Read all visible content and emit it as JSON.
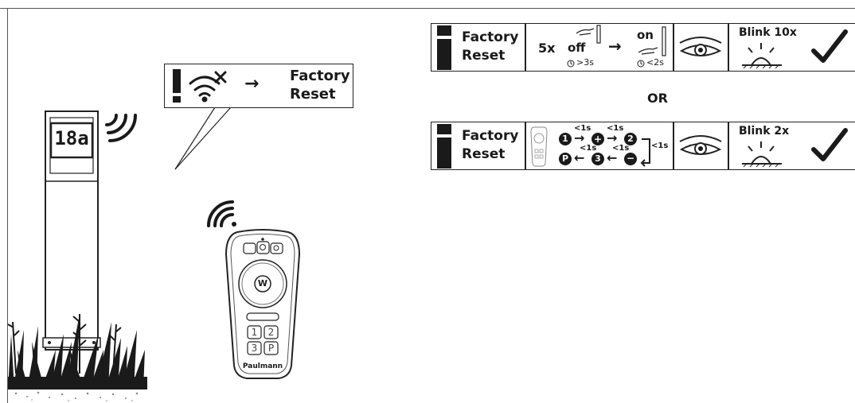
{
  "house_number": "18a",
  "warning_callout": {
    "arrow": "→",
    "label_line1": "Factory",
    "label_line2": "Reset",
    "icons": [
      "exclamation-icon",
      "wifi-crossed-icon",
      "arrow-right-icon"
    ]
  },
  "remote": {
    "brand": "Paulmann",
    "center_button": "W",
    "keys": [
      "1",
      "2",
      "3",
      "P"
    ]
  },
  "step1": {
    "label_line1": "Factory",
    "label_line2": "Reset",
    "repeat": "5x",
    "off_label": "off",
    "off_time": ">3s",
    "on_label": "on",
    "on_time": "<2s",
    "result": "Blink 10x"
  },
  "or_label": "OR",
  "step2": {
    "label_line1": "Factory",
    "label_line2": "Reset",
    "seq_top": [
      "1",
      "+",
      "2"
    ],
    "seq_bottom": [
      "P",
      "3",
      "−"
    ],
    "interval": "<1s",
    "result": "Blink 2x"
  },
  "colors": {
    "line": "#222222",
    "frame": "#555555",
    "fill": "#1a1a1a"
  }
}
